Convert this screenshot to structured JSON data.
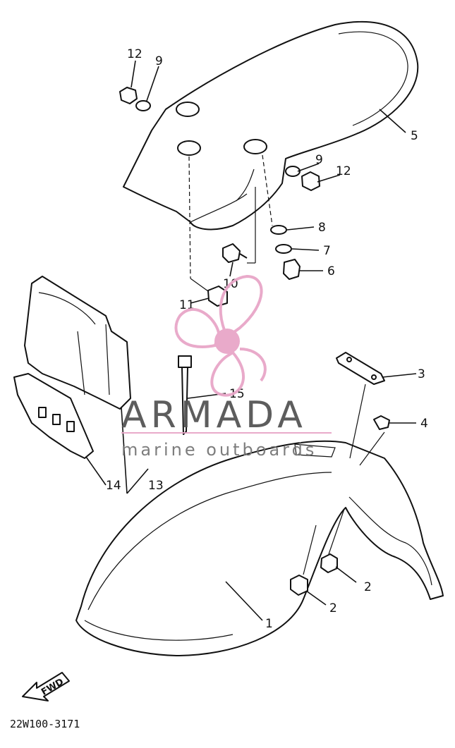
{
  "diagram": {
    "drawing_code": "22W100-3171",
    "direction_label": "FWD",
    "callouts": [
      "1",
      "2",
      "2",
      "3",
      "4",
      "5",
      "6",
      "7",
      "8",
      "9",
      "9",
      "10",
      "11",
      "12",
      "12",
      "13",
      "14",
      "15"
    ]
  },
  "watermark": {
    "brand": "ARMADA",
    "tagline": "marine outboards",
    "accent_color": "#e8a6c8"
  }
}
